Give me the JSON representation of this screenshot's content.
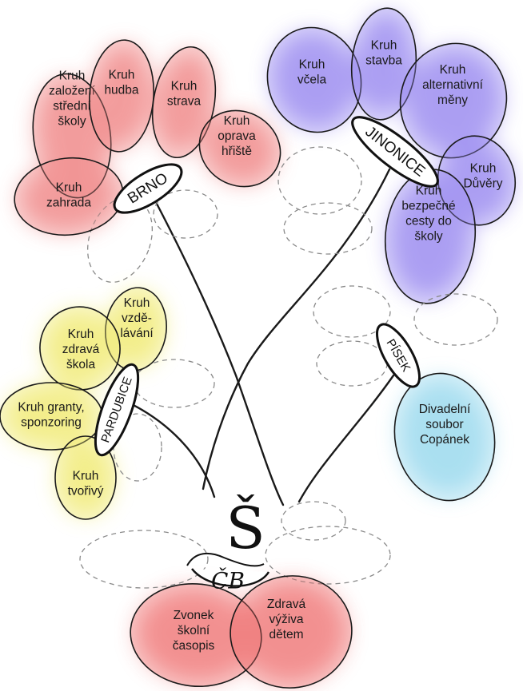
{
  "colors": {
    "brno": "#f08a8a",
    "jinonice": "#9c8cf0",
    "pardubice": "#f2ec7a",
    "pisek": "#9ad9ee",
    "cb": "#ef6a6a"
  },
  "flowers": {
    "brno": {
      "hub": "BRNO",
      "petals": [
        {
          "lines": [
            "Kruh",
            "založení",
            "střední",
            "školy"
          ]
        },
        {
          "lines": [
            "Kruh",
            "hudba"
          ]
        },
        {
          "lines": [
            "Kruh",
            "strava"
          ]
        },
        {
          "lines": [
            "Kruh",
            "oprava",
            "hřiště"
          ]
        },
        {
          "lines": [
            "Kruh",
            "zahrada"
          ]
        }
      ]
    },
    "jinonice": {
      "hub": "JINONICE",
      "petals": [
        {
          "lines": [
            "Kruh",
            "včela"
          ]
        },
        {
          "lines": [
            "Kruh",
            "stavba"
          ]
        },
        {
          "lines": [
            "Kruh",
            "alternativní",
            "měny"
          ]
        },
        {
          "lines": [
            "Kruh",
            "Důvěry"
          ]
        },
        {
          "lines": [
            "Kruh",
            "bezpečné",
            "cesty do",
            "školy"
          ]
        }
      ]
    },
    "pardubice": {
      "hub": "PARDUBICE",
      "petals": [
        {
          "lines": [
            "Kruh",
            "vzdě-",
            "lávání"
          ]
        },
        {
          "lines": [
            "Kruh",
            "zdravá",
            "škola"
          ]
        },
        {
          "lines": [
            "Kruh granty,",
            "sponzoring"
          ]
        },
        {
          "lines": [
            "Kruh",
            "tvořivý"
          ]
        }
      ]
    },
    "pisek": {
      "hub": "PÍSEK",
      "petals": [
        {
          "lines": [
            "Divadelní",
            "soubor",
            "Copánek"
          ]
        }
      ]
    },
    "cb": {
      "hub": "ČB",
      "root_letter": "Š",
      "petals": [
        {
          "lines": [
            "Zvonek",
            "školní",
            "časopis"
          ]
        },
        {
          "lines": [
            "Zdravá",
            "výživa",
            "dětem"
          ]
        }
      ]
    }
  }
}
